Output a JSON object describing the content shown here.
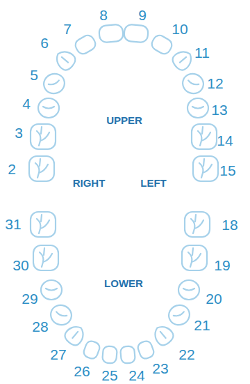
{
  "diagram": {
    "labels": [
      "2",
      "3",
      "4",
      "5",
      "6",
      "7",
      "8",
      "9",
      "10",
      "11",
      "12",
      "13",
      "14",
      "15",
      "18",
      "19",
      "20",
      "21",
      "22",
      "23",
      "24",
      "25",
      "26",
      "27",
      "28",
      "29",
      "30",
      "31",
      "UPPER",
      "RIGHT",
      "LEFT",
      "LOWER"
    ]
  }
}
